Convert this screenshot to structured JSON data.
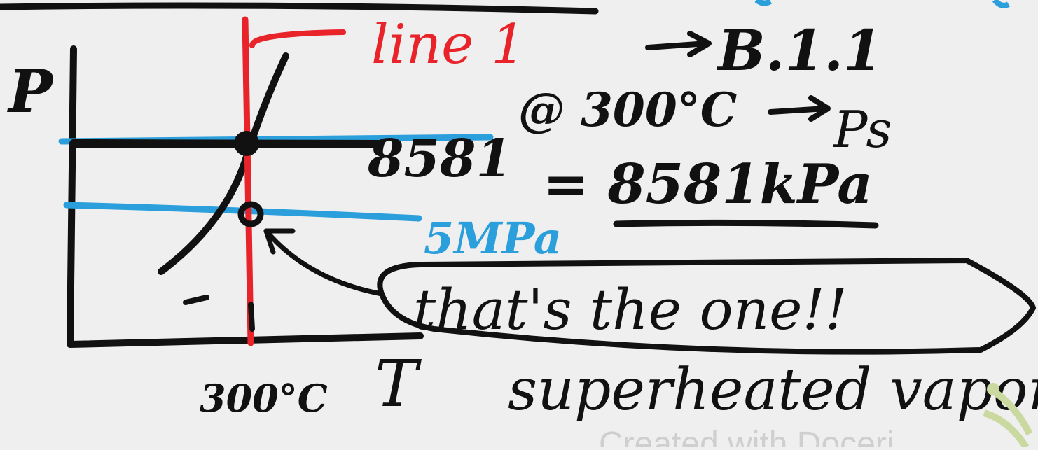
{
  "axes": {
    "y_label": "P",
    "x_label": "T",
    "x_tick": "300°C"
  },
  "lines": {
    "red_label": "line 1",
    "red_arrow_target": "B.1.1",
    "p_sat_value": "8581",
    "pressure_value": "5MPa"
  },
  "notes": {
    "at_temp": "@ 300°C",
    "psat_symbol": "Ps",
    "equals_value": "= 8581kPa",
    "callout": "that's the one!!",
    "phase": "superheated vapor"
  },
  "watermark": "Created with Doceri",
  "colors": {
    "ink": "#111111",
    "red": "#e8232a",
    "blue": "#2a9fdc",
    "background": "#efefef"
  }
}
